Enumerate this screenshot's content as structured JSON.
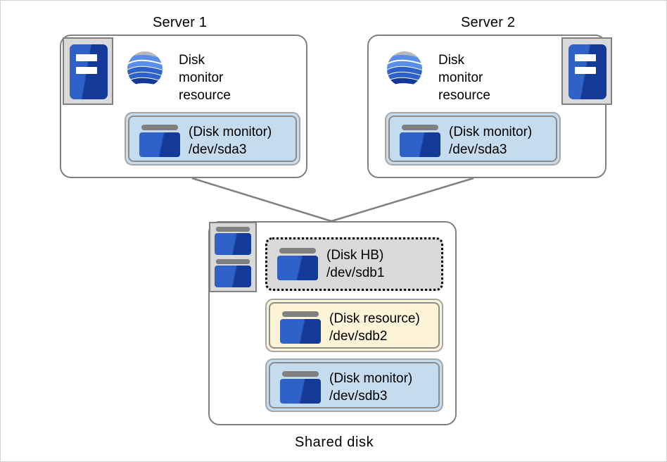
{
  "diagram": {
    "title_server1": "Server 1",
    "title_server2": "Server 2",
    "title_shared": "Shared disk",
    "monitor_resource_label": "Disk\nmonitor\nresource",
    "colors": {
      "outline": "#808080",
      "server_icon_blue": "#2f62c8",
      "server_icon_navy": "#123a96",
      "disk_monitor_fill": "#c5dcef",
      "disk_resource_fill": "#fdf3d7",
      "disk_hb_fill": "#d9d9d9",
      "icon_frame_fill": "#d9d9d9",
      "globe_gray": "#b8b8b8",
      "globe_light_blue": "#5b8ee8",
      "globe_mid_blue": "#2f62c8",
      "globe_navy": "#123a96"
    },
    "servers": [
      {
        "name": "Server 1",
        "icon_name": "server-icon",
        "resource_icon_name": "globe-icon",
        "resource_label": "Disk\nmonitor\nresource",
        "partition": {
          "type": "(Disk monitor)",
          "device": "/dev/sda3",
          "fill": "#c5dcef"
        }
      },
      {
        "name": "Server 2",
        "icon_name": "server-icon",
        "resource_icon_name": "globe-icon",
        "resource_label": "Disk\nmonitor\nresource",
        "partition": {
          "type": "(Disk monitor)",
          "device": "/dev/sda3",
          "fill": "#c5dcef"
        }
      }
    ],
    "shared_disk": {
      "label": "Shared disk",
      "icon_name": "shared-disk-icon",
      "partitions": [
        {
          "type": "(Disk HB)",
          "device": "/dev/sdb1",
          "fill": "#d9d9d9",
          "border_style": "dotted"
        },
        {
          "type": "(Disk resource)",
          "device": "/dev/sdb2",
          "fill": "#fdf3d7",
          "border_style": "double"
        },
        {
          "type": "(Disk monitor)",
          "device": "/dev/sdb3",
          "fill": "#c5dcef",
          "border_style": "double"
        }
      ]
    },
    "connectors": [
      {
        "from": "Server 1",
        "to": "Shared disk"
      },
      {
        "from": "Server 2",
        "to": "Shared disk"
      }
    ]
  }
}
